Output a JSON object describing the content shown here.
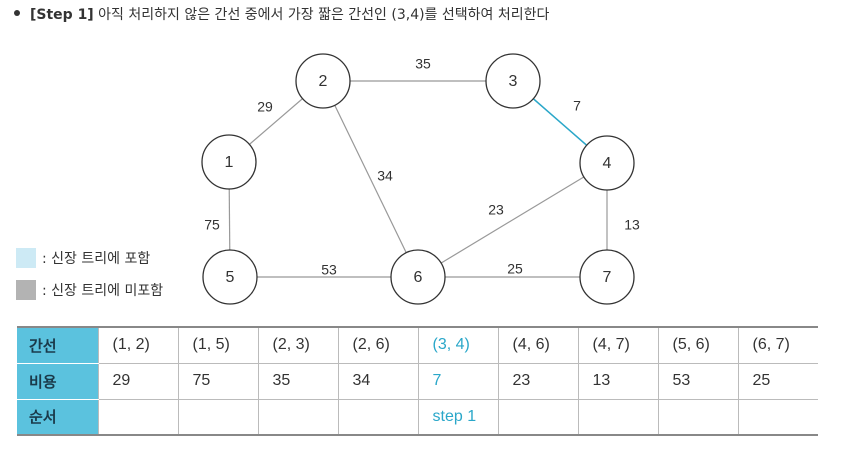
{
  "heading": {
    "step": "[Step 1]",
    "text": "아직 처리하지 않은 간선 중에서 가장 짧은 간선인 (3,4)를 선택하여 처리한다"
  },
  "graph": {
    "nodes": [
      {
        "id": "1",
        "label": "1"
      },
      {
        "id": "2",
        "label": "2"
      },
      {
        "id": "3",
        "label": "3"
      },
      {
        "id": "4",
        "label": "4"
      },
      {
        "id": "5",
        "label": "5"
      },
      {
        "id": "6",
        "label": "6"
      },
      {
        "id": "7",
        "label": "7"
      }
    ],
    "edges": [
      {
        "from": "1",
        "to": "2",
        "weight": "29",
        "in_tree": false
      },
      {
        "from": "2",
        "to": "3",
        "weight": "35",
        "in_tree": false
      },
      {
        "from": "3",
        "to": "4",
        "weight": "7",
        "in_tree": true
      },
      {
        "from": "2",
        "to": "6",
        "weight": "34",
        "in_tree": false
      },
      {
        "from": "1",
        "to": "5",
        "weight": "75",
        "in_tree": false
      },
      {
        "from": "4",
        "to": "6",
        "weight": "23",
        "in_tree": false
      },
      {
        "from": "4",
        "to": "7",
        "weight": "13",
        "in_tree": false
      },
      {
        "from": "5",
        "to": "6",
        "weight": "53",
        "in_tree": false
      },
      {
        "from": "6",
        "to": "7",
        "weight": "25",
        "in_tree": false
      }
    ]
  },
  "legend": [
    {
      "label": ": 신장 트리에 포함",
      "color": "#cdeaf5"
    },
    {
      "label": ": 신장 트리에 미포함",
      "color": "#b3b3b3"
    }
  ],
  "colors": {
    "tree_edge": "#2aa7c9",
    "non_tree_edge": "#999999",
    "header_fill": "#5bc2de"
  },
  "table": {
    "rows": [
      {
        "header": "간선",
        "cells": [
          "(1, 2)",
          "(1, 5)",
          "(2, 3)",
          "(2, 6)",
          "(3, 4)",
          "(4, 6)",
          "(4, 7)",
          "(5, 6)",
          "(6, 7)"
        ]
      },
      {
        "header": "비용",
        "cells": [
          "29",
          "75",
          "35",
          "34",
          "7",
          "23",
          "13",
          "53",
          "25"
        ]
      },
      {
        "header": "순서",
        "cells": [
          "",
          "",
          "",
          "",
          "step 1",
          "",
          "",
          "",
          ""
        ]
      }
    ],
    "highlight_column": 4
  }
}
